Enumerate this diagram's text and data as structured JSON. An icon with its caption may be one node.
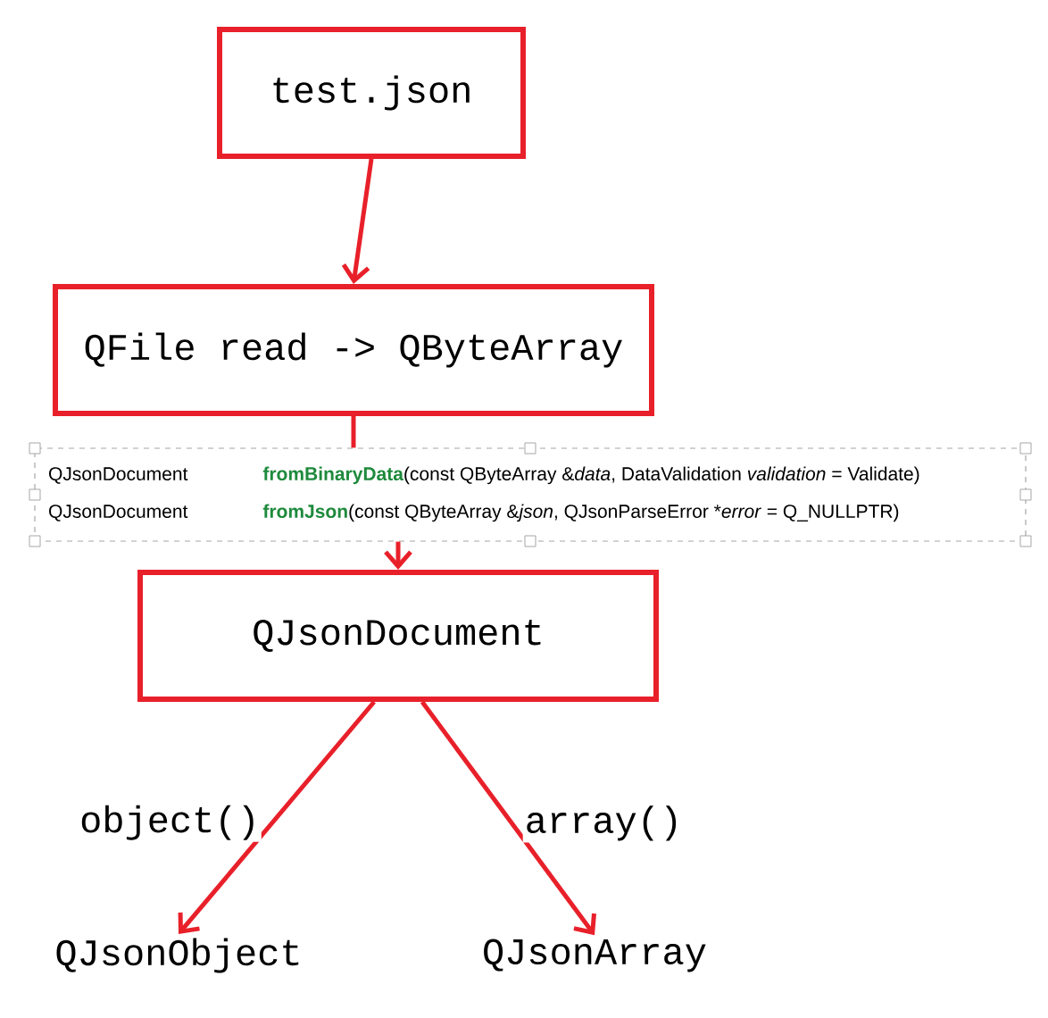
{
  "diagram": {
    "nodes": [
      {
        "text": [
          "test.json"
        ]
      },
      {
        "text": [
          "QFile read -> QByteArray"
        ]
      },
      {
        "text": [
          "QJsonDocument",
          "fromBinaryData",
          "(const QByteArray &*data*, DataValidation *validation* = Validate)",
          "QJsonDocument",
          "fromJson",
          "(const QByteArray &*json*, QJsonParseError *",
          "*error* = Q_NULLPTR)"
        ]
      },
      {
        "text": [
          "QJsonDocument"
        ]
      },
      {
        "text": [
          "QJsonObject"
        ]
      },
      {
        "text": [
          "QJsonArray"
        ]
      }
    ],
    "edges": [
      {
        "from": 0,
        "to": 1,
        "arrow": "to"
      },
      {
        "from": 1,
        "to": 2,
        "arrow": "none"
      },
      {
        "from": 2,
        "to": 3,
        "arrow": "to"
      },
      {
        "from": 3,
        "to": 4,
        "arrow": "to",
        "label": "object()"
      },
      {
        "from": 3,
        "to": 5,
        "arrow": "to",
        "label": "array()"
      }
    ]
  }
}
